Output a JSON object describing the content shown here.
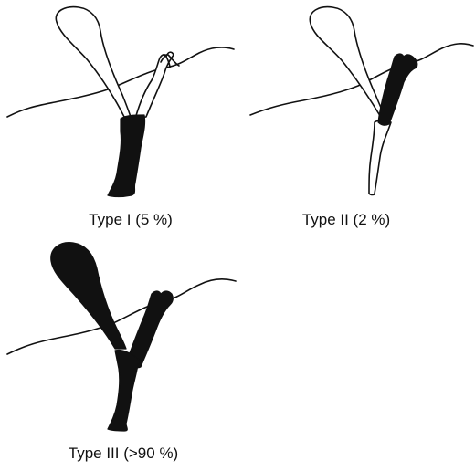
{
  "figure": {
    "panels": [
      {
        "id": "type-1",
        "caption": "Type I (5 %)"
      },
      {
        "id": "type-2",
        "caption": "Type II (2 %)"
      },
      {
        "id": "type-3",
        "caption": "Type III (>90 %)"
      }
    ]
  },
  "colors": {
    "ink": "#111111",
    "background": "#ffffff"
  }
}
